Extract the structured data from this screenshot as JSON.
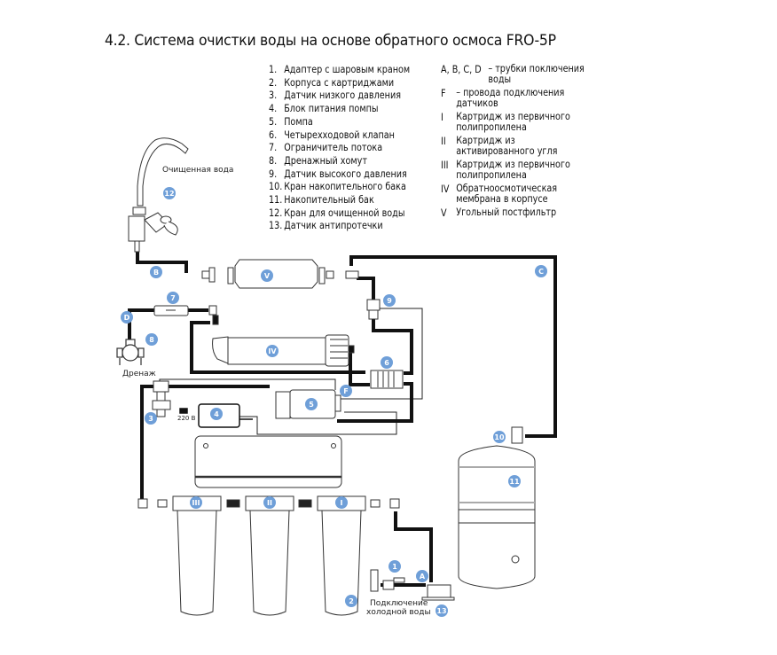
{
  "title": "4.2. Система очистки воды на основе обратного осмоса FRO-5P",
  "legend_numbered": [
    {
      "num": "1.",
      "text": "Адаптер с шаровым краном"
    },
    {
      "num": "2.",
      "text": "Корпуса с картриджами"
    },
    {
      "num": "3.",
      "text": "Датчик низкого давления"
    },
    {
      "num": "4.",
      "text": "Блок питания помпы"
    },
    {
      "num": "5.",
      "text": "Помпа"
    },
    {
      "num": "6.",
      "text": "Четырехходовой клапан"
    },
    {
      "num": "7.",
      "text": "Ограничитель потока"
    },
    {
      "num": "8.",
      "text": "Дренажный хомут"
    },
    {
      "num": "9.",
      "text": "Датчик высокого давления"
    },
    {
      "num": "10.",
      "text": "Кран накопительного бака"
    },
    {
      "num": "11.",
      "text": "Накопительный бак"
    },
    {
      "num": "12.",
      "text": "Кран для очищенной воды"
    },
    {
      "num": "13.",
      "text": "Датчик антипротечки"
    }
  ],
  "legend_lettered": [
    {
      "key": "A, B, C, D",
      "text": "– трубки поключения воды"
    },
    {
      "key": "F",
      "text": "– провода подключения датчиков"
    },
    {
      "key": "I",
      "text": "Картридж из первичного полипропилена"
    },
    {
      "key": "II",
      "text": "Картридж из активированного угля"
    },
    {
      "key": "III",
      "text": "Картридж из первичного полипропилена"
    },
    {
      "key": "IV",
      "text": "Обратноосмотическая мембрана в корпусе"
    },
    {
      "key": "V",
      "text": "Угольный постфильтр"
    }
  ],
  "diagram": {
    "labels": {
      "purified_water": "Очищенная вода",
      "drain": "Дренаж",
      "voltage": "220 В",
      "cold_water_1": "Подключение",
      "cold_water_2": "холодной воды"
    },
    "badges": {
      "b1": "1",
      "b2": "2",
      "b3": "3",
      "b4": "4",
      "b5": "5",
      "b6": "6",
      "b7": "7",
      "b8": "8",
      "b9": "9",
      "b10": "10",
      "b11": "11",
      "b12": "12",
      "b13": "13",
      "bA": "A",
      "bB": "B",
      "bC": "C",
      "bD": "D",
      "bF": "F",
      "bI": "I",
      "bII": "II",
      "bIII": "III",
      "bIV": "IV",
      "bV": "V"
    },
    "colors": {
      "badge": "#6f9fd8",
      "tube": "#111111",
      "outline": "#333333"
    }
  }
}
